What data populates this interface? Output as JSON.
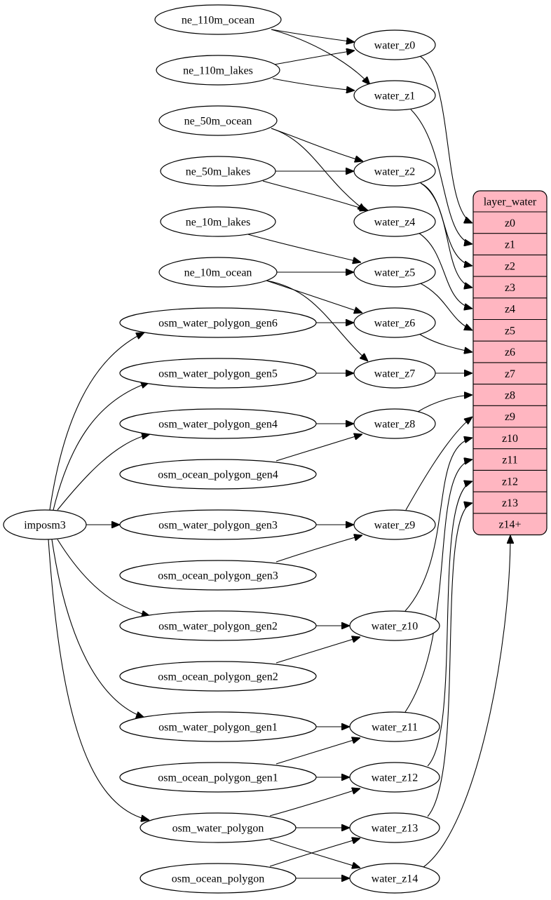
{
  "diagram": {
    "type": "graphviz-dot",
    "record_color": "#ffb6c1",
    "record": {
      "title": "layer_water",
      "fields": [
        "z0",
        "z1",
        "z2",
        "z3",
        "z4",
        "z5",
        "z6",
        "z7",
        "z8",
        "z9",
        "z10",
        "z11",
        "z12",
        "z13",
        "z14+"
      ]
    },
    "nodes": [
      {
        "id": "ne_110m_ocean",
        "label": "ne_110m_ocean"
      },
      {
        "id": "ne_110m_lakes",
        "label": "ne_110m_lakes"
      },
      {
        "id": "ne_50m_ocean",
        "label": "ne_50m_ocean"
      },
      {
        "id": "ne_50m_lakes",
        "label": "ne_50m_lakes"
      },
      {
        "id": "ne_10m_lakes",
        "label": "ne_10m_lakes"
      },
      {
        "id": "ne_10m_ocean",
        "label": "ne_10m_ocean"
      },
      {
        "id": "imposm3",
        "label": "imposm3"
      },
      {
        "id": "osm_water_polygon_gen6",
        "label": "osm_water_polygon_gen6"
      },
      {
        "id": "osm_water_polygon_gen5",
        "label": "osm_water_polygon_gen5"
      },
      {
        "id": "osm_water_polygon_gen4",
        "label": "osm_water_polygon_gen4"
      },
      {
        "id": "osm_ocean_polygon_gen4",
        "label": "osm_ocean_polygon_gen4"
      },
      {
        "id": "osm_water_polygon_gen3",
        "label": "osm_water_polygon_gen3"
      },
      {
        "id": "osm_ocean_polygon_gen3",
        "label": "osm_ocean_polygon_gen3"
      },
      {
        "id": "osm_water_polygon_gen2",
        "label": "osm_water_polygon_gen2"
      },
      {
        "id": "osm_ocean_polygon_gen2",
        "label": "osm_ocean_polygon_gen2"
      },
      {
        "id": "osm_water_polygon_gen1",
        "label": "osm_water_polygon_gen1"
      },
      {
        "id": "osm_ocean_polygon_gen1",
        "label": "osm_ocean_polygon_gen1"
      },
      {
        "id": "osm_water_polygon",
        "label": "osm_water_polygon"
      },
      {
        "id": "osm_ocean_polygon",
        "label": "osm_ocean_polygon"
      },
      {
        "id": "water_z0",
        "label": "water_z0"
      },
      {
        "id": "water_z1",
        "label": "water_z1"
      },
      {
        "id": "water_z2",
        "label": "water_z2"
      },
      {
        "id": "water_z4",
        "label": "water_z4"
      },
      {
        "id": "water_z5",
        "label": "water_z5"
      },
      {
        "id": "water_z6",
        "label": "water_z6"
      },
      {
        "id": "water_z7",
        "label": "water_z7"
      },
      {
        "id": "water_z8",
        "label": "water_z8"
      },
      {
        "id": "water_z9",
        "label": "water_z9"
      },
      {
        "id": "water_z10",
        "label": "water_z10"
      },
      {
        "id": "water_z11",
        "label": "water_z11"
      },
      {
        "id": "water_z12",
        "label": "water_z12"
      },
      {
        "id": "water_z13",
        "label": "water_z13"
      },
      {
        "id": "water_z14",
        "label": "water_z14"
      }
    ],
    "edges": [
      {
        "from": "ne_110m_ocean",
        "to": "water_z0"
      },
      {
        "from": "ne_110m_ocean",
        "to": "water_z1"
      },
      {
        "from": "ne_110m_lakes",
        "to": "water_z0"
      },
      {
        "from": "ne_110m_lakes",
        "to": "water_z1"
      },
      {
        "from": "ne_50m_ocean",
        "to": "water_z2"
      },
      {
        "from": "ne_50m_ocean",
        "to": "water_z4"
      },
      {
        "from": "ne_50m_lakes",
        "to": "water_z2"
      },
      {
        "from": "ne_50m_lakes",
        "to": "water_z4"
      },
      {
        "from": "ne_10m_lakes",
        "to": "water_z5"
      },
      {
        "from": "ne_10m_ocean",
        "to": "water_z5"
      },
      {
        "from": "ne_10m_ocean",
        "to": "water_z6"
      },
      {
        "from": "ne_10m_ocean",
        "to": "water_z7"
      },
      {
        "from": "imposm3",
        "to": "osm_water_polygon_gen6"
      },
      {
        "from": "imposm3",
        "to": "osm_water_polygon_gen5"
      },
      {
        "from": "imposm3",
        "to": "osm_water_polygon_gen4"
      },
      {
        "from": "imposm3",
        "to": "osm_water_polygon_gen3"
      },
      {
        "from": "imposm3",
        "to": "osm_water_polygon_gen2"
      },
      {
        "from": "imposm3",
        "to": "osm_water_polygon_gen1"
      },
      {
        "from": "imposm3",
        "to": "osm_water_polygon"
      },
      {
        "from": "osm_water_polygon_gen6",
        "to": "water_z6"
      },
      {
        "from": "osm_water_polygon_gen5",
        "to": "water_z7"
      },
      {
        "from": "osm_water_polygon_gen4",
        "to": "water_z8"
      },
      {
        "from": "osm_ocean_polygon_gen4",
        "to": "water_z8"
      },
      {
        "from": "osm_water_polygon_gen3",
        "to": "water_z9"
      },
      {
        "from": "osm_ocean_polygon_gen3",
        "to": "water_z9"
      },
      {
        "from": "osm_water_polygon_gen2",
        "to": "water_z10"
      },
      {
        "from": "osm_ocean_polygon_gen2",
        "to": "water_z10"
      },
      {
        "from": "osm_water_polygon_gen1",
        "to": "water_z11"
      },
      {
        "from": "osm_ocean_polygon_gen1",
        "to": "water_z11"
      },
      {
        "from": "osm_ocean_polygon_gen1",
        "to": "water_z12"
      },
      {
        "from": "osm_water_polygon",
        "to": "water_z12"
      },
      {
        "from": "osm_water_polygon",
        "to": "water_z13"
      },
      {
        "from": "osm_water_polygon",
        "to": "water_z14"
      },
      {
        "from": "osm_ocean_polygon",
        "to": "water_z13"
      },
      {
        "from": "osm_ocean_polygon",
        "to": "water_z14"
      },
      {
        "from": "water_z0",
        "to": "layer_water:z0"
      },
      {
        "from": "water_z1",
        "to": "layer_water:z1"
      },
      {
        "from": "water_z2",
        "to": "layer_water:z2"
      },
      {
        "from": "water_z2",
        "to": "layer_water:z3"
      },
      {
        "from": "water_z4",
        "to": "layer_water:z4"
      },
      {
        "from": "water_z5",
        "to": "layer_water:z5"
      },
      {
        "from": "water_z6",
        "to": "layer_water:z6"
      },
      {
        "from": "water_z7",
        "to": "layer_water:z7"
      },
      {
        "from": "water_z8",
        "to": "layer_water:z8"
      },
      {
        "from": "water_z9",
        "to": "layer_water:z9"
      },
      {
        "from": "water_z10",
        "to": "layer_water:z10"
      },
      {
        "from": "water_z11",
        "to": "layer_water:z11"
      },
      {
        "from": "water_z12",
        "to": "layer_water:z12"
      },
      {
        "from": "water_z13",
        "to": "layer_water:z13"
      },
      {
        "from": "water_z14",
        "to": "layer_water:z14+"
      }
    ]
  }
}
